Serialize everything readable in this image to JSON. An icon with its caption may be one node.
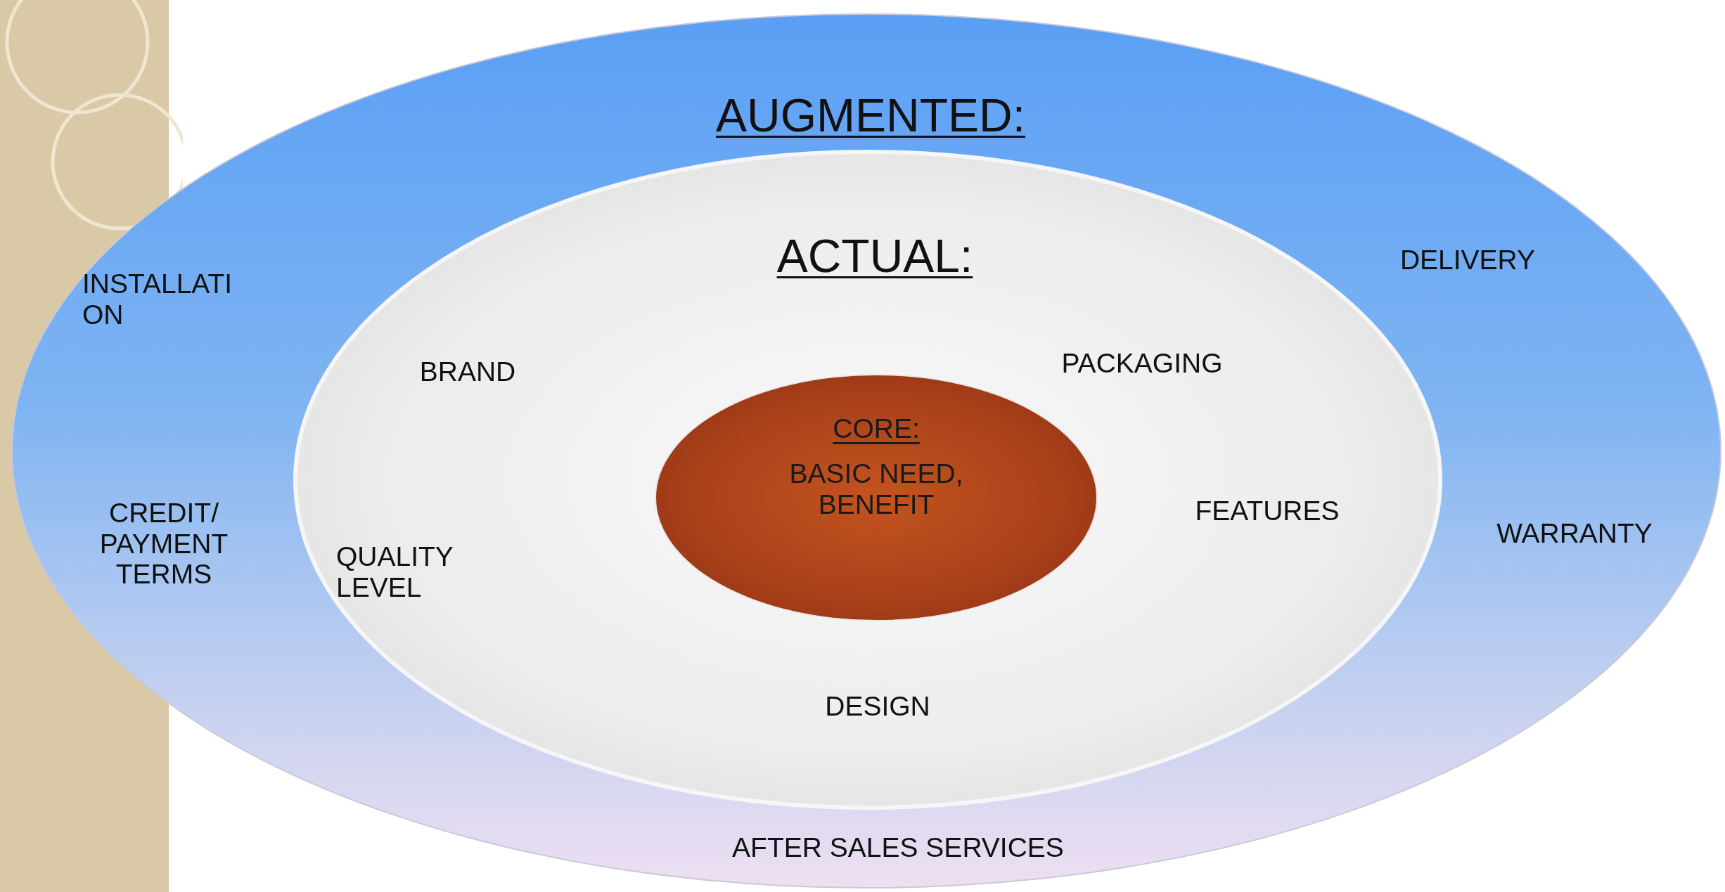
{
  "diagram": {
    "nodes": [
      {
        "text": [
          "AUGMENTED:",
          "INSTALLATI ON",
          "DELIVERY",
          "CREDIT/ PAYMENT TERMS",
          "WARRANTY",
          "AFTER SALES SERVICES"
        ]
      },
      {
        "text": [
          "ACTUAL:",
          "BRAND",
          "PACKAGING",
          "FEATURES",
          "QUALITY LEVEL",
          "DESIGN"
        ],
        "in": 0
      },
      {
        "text": [
          "CORE:",
          "BASIC NEED, BENEFIT"
        ],
        "in": 1
      }
    ]
  }
}
